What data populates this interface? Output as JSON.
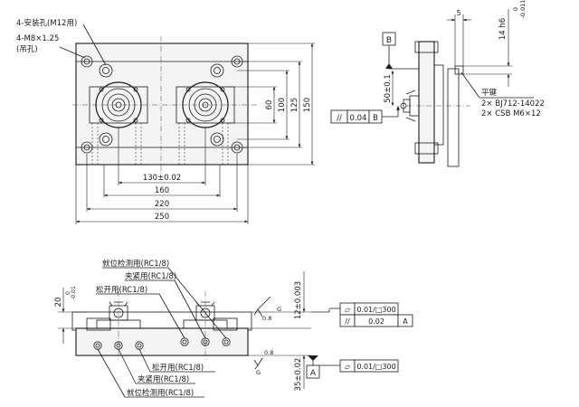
{
  "top_view": {
    "callouts": {
      "mount_hole": "4-安装孔(M12用)",
      "thread": "4-M8×1.25",
      "thread_note": "(吊孔)"
    },
    "dims": {
      "d130": "130±0.02",
      "d160": "160",
      "d220": "220",
      "d250": "250",
      "d60": "60",
      "d100": "100",
      "d125": "125",
      "d150": "150"
    }
  },
  "side_view": {
    "datum_b": "B",
    "dim_50": "50±0.1",
    "dim_5": "5",
    "dim_14": "14 h6",
    "tol_upper": "0",
    "tol_lower": "-0.011",
    "key_title": "平键",
    "key_line1": "2× BJ712-14022",
    "key_line2": "2× CSB M6×12",
    "fcf_parallel": {
      "symbol": "//",
      "value": "0.04",
      "datum": "B"
    }
  },
  "front_view": {
    "port_labels_top": [
      "就位检测用(RC1/8)",
      "夹紧用(RC1/8)",
      "松开用(RC1/8)"
    ],
    "port_labels_bottom": [
      "松开用(RC1/8)",
      "夹紧用(RC1/8)",
      "就位检测用(RC1/8)"
    ],
    "dim_20": "20",
    "dim_20_tol": "0\n-0.01",
    "dim_12": "12±0.003",
    "dim_35": "35±0.02",
    "roughness": "0.8",
    "roughness_mark": "G",
    "datum_a": "A",
    "fcf_flat_top": {
      "symbol": "▱",
      "value": "0.01/□300"
    },
    "fcf_parallel": {
      "symbol": "//",
      "value": "0.02",
      "datum": "A"
    },
    "fcf_flat_bottom": {
      "symbol": "▱",
      "value": "0.01/□300"
    }
  }
}
